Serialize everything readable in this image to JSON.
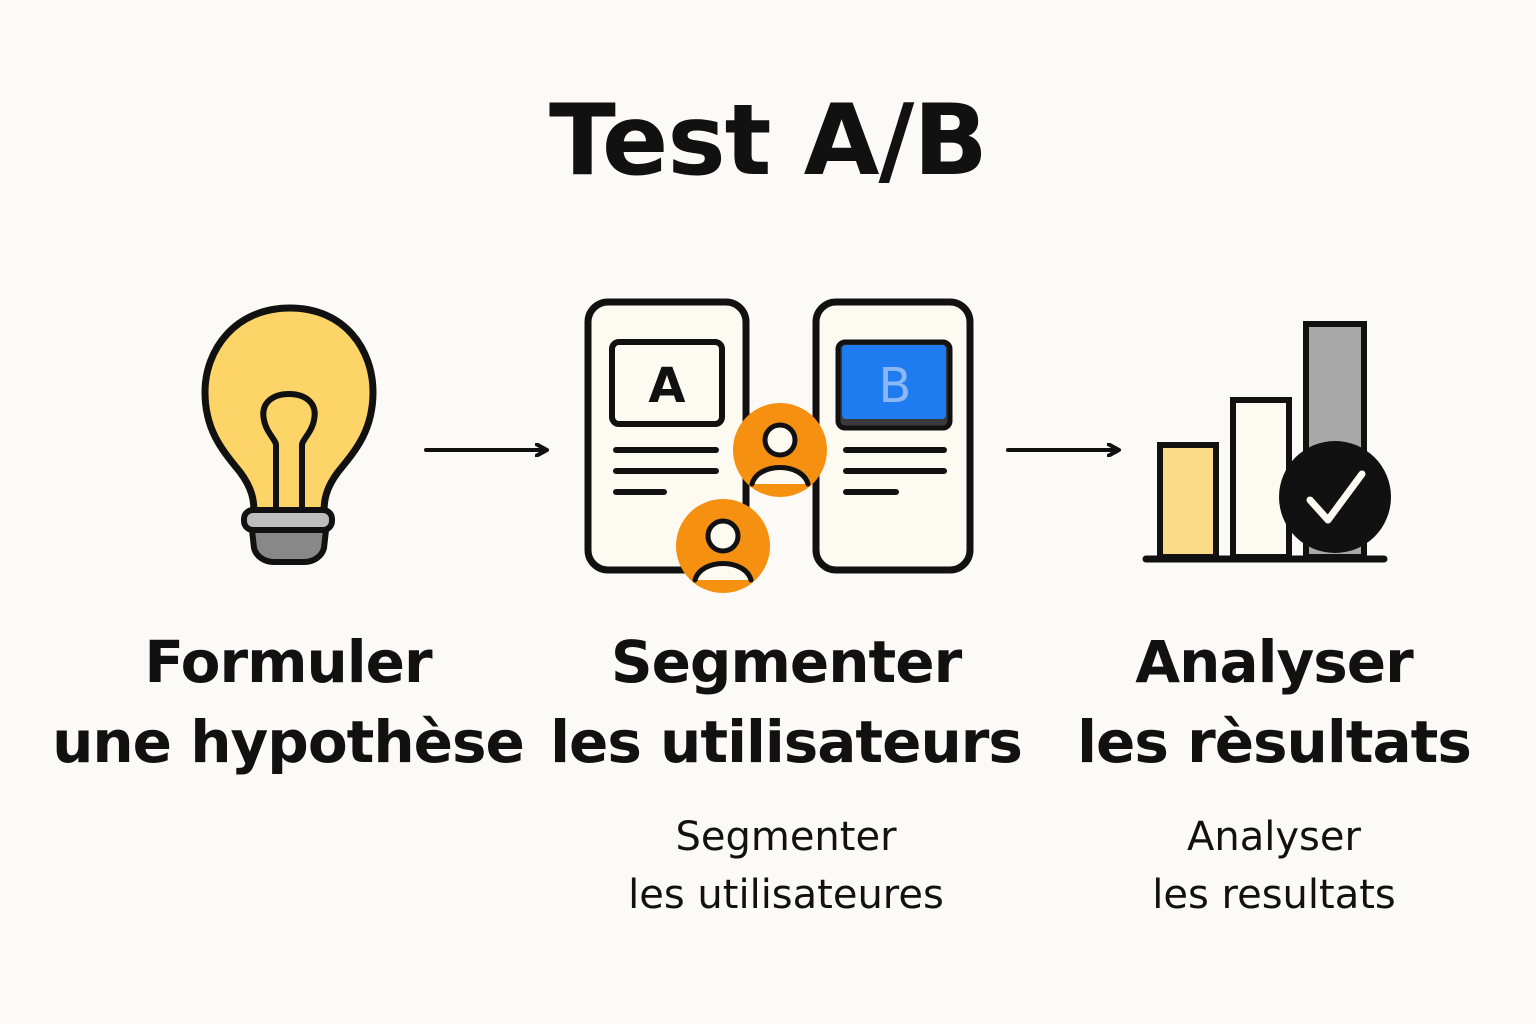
{
  "title": "Test A/B",
  "steps": [
    {
      "line1": "Formuler",
      "line2": "une hypothèse",
      "icon": "lightbulb-icon"
    },
    {
      "line1": "Segmenter",
      "line2": "les utilisateurs",
      "icon": "ab-variants-icon",
      "sub1": "Segmenter",
      "sub2": "les utilisateures"
    },
    {
      "line1": "Analyser",
      "line2": "les rèsultats",
      "icon": "bar-chart-check-icon",
      "sub1": "Analyser",
      "sub2": "les resultats"
    }
  ],
  "variants": {
    "a": "A",
    "b": "B"
  },
  "colors": {
    "bulb": "#fcd468",
    "bulb_base": "#888888",
    "user": "#f59011",
    "variant_b": "#1f7cf0",
    "bar_yellow": "#fbda88",
    "bar_grey": "#a8a8a8",
    "background": "#fbfaf6"
  }
}
